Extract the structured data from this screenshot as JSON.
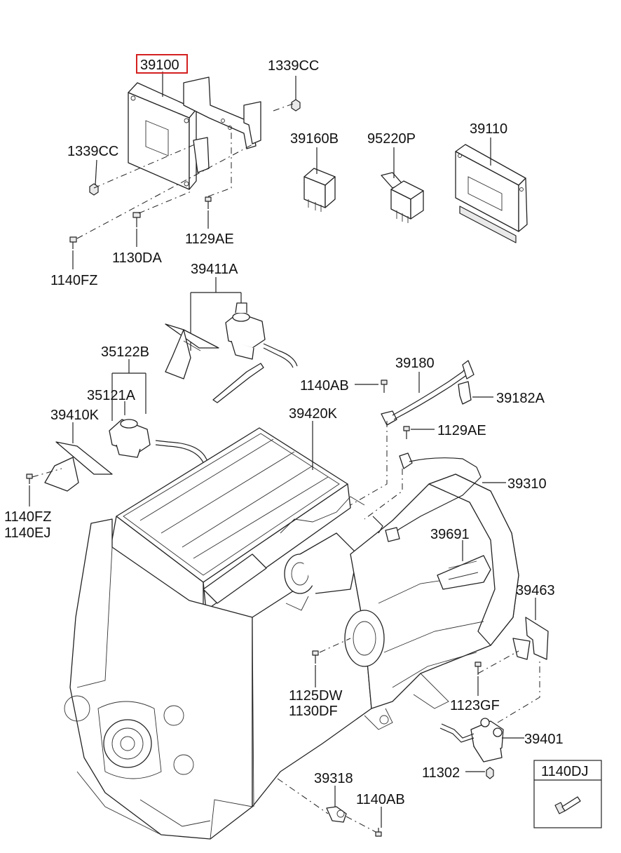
{
  "diagram": {
    "highlight_color": "#d42020",
    "labels": {
      "p39100": "39100",
      "p1339cc_top": "1339CC",
      "p1339cc_left": "1339CC",
      "p39160b": "39160B",
      "p95220p": "95220P",
      "p39110": "39110",
      "p1129ae_top": "1129AE",
      "p1130da": "1130DA",
      "p1140fz_top": "1140FZ",
      "p39411a": "39411A",
      "p35122b": "35122B",
      "p35121a": "35121A",
      "p39410k": "39410K",
      "p1140fz_mid": "1140FZ",
      "p1140ej": "1140EJ",
      "p39420k": "39420K",
      "p1140ab_top": "1140AB",
      "p39180": "39180",
      "p39182a": "39182A",
      "p1129ae_mid": "1129AE",
      "p39310": "39310",
      "p39691": "39691",
      "p39463": "39463",
      "p1125dw": "1125DW",
      "p1130df": "1130DF",
      "p1123gf": "1123GF",
      "p39401": "39401",
      "p11302": "11302",
      "p39318": "39318",
      "p1140ab_bot": "1140AB",
      "p1140dj": "1140DJ"
    }
  }
}
